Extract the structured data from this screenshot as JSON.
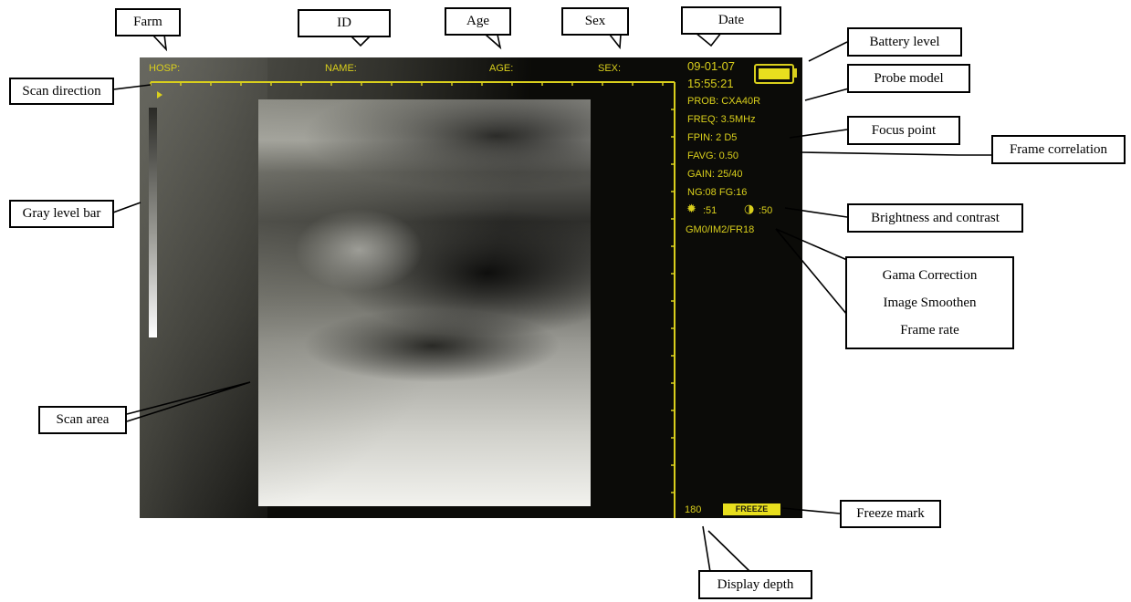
{
  "screen": {
    "hosp_label": "HOSP:",
    "name_label": "NAME:",
    "age_label": "AGE:",
    "sex_label": "SEX:",
    "date": "09-01-07",
    "time": "15:55:21",
    "probe": "PROB:   CXA40R",
    "freq": "FREQ:   3.5MHz",
    "fpin": "FPIN:   2    D5",
    "favg": "FAVG:   0.50",
    "gain": "GAIN:   25/40",
    "ng_fg": "NG:08   FG:16",
    "brightness": ":51",
    "contrast": ":50",
    "gm_im_fr": "GM0/IM2/FR18",
    "depth": "180",
    "freeze": "FREEZE",
    "text_color": "#d9cf1c"
  },
  "callouts": {
    "farm": "Farm",
    "id": "ID",
    "age": "Age",
    "sex": "Sex",
    "date": "Date",
    "battery_level": "Battery level",
    "probe_model": "Probe model",
    "scan_direction": "Scan direction",
    "focus_point": "Focus point",
    "frame_correlation": "Frame correlation",
    "gray_level_bar": "Gray level bar",
    "brightness_contrast": "Brightness and contrast",
    "gama_correction": "Gama Correction",
    "image_smoothen": "Image Smoothen",
    "frame_rate": "Frame rate",
    "scan_area": "Scan area",
    "freeze_mark": "Freeze mark",
    "display_depth": "Display depth"
  }
}
